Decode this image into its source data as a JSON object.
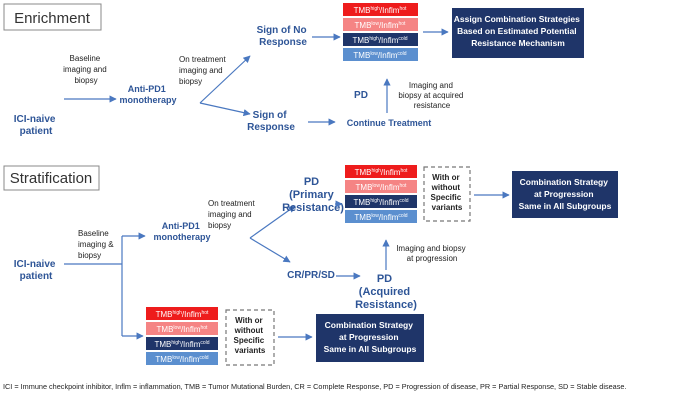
{
  "colors": {
    "flow_blue": "#2e5597",
    "arrow_blue": "#4a78c0",
    "hot_high": "#ee1c1c",
    "hot_low": "#f58484",
    "cold_high": "#1f3569",
    "cold_low": "#5b8fcf",
    "result_box": "#1f3569",
    "dashed_border": "#777777"
  },
  "tmb_labels": {
    "high_hot": {
      "base": "TMB",
      "sup1": "high",
      "mid": "/Inflm",
      "sup2": "hot"
    },
    "low_hot": {
      "base": "TMB",
      "sup1": "low",
      "mid": "/Inflm",
      "sup2": "hot"
    },
    "high_cold": {
      "base": "TMB",
      "sup1": "high",
      "mid": "/Inflm",
      "sup2": "cold"
    },
    "low_cold": {
      "base": "TMB",
      "sup1": "low",
      "mid": "/Inflm",
      "sup2": "cold"
    }
  },
  "enrichment": {
    "title": "Enrichment",
    "start": [
      "ICI-naive",
      "patient"
    ],
    "baseline": [
      "Baseline",
      "imaging and",
      "biopsy"
    ],
    "therapy": [
      "Anti-PD1",
      "monotherapy"
    ],
    "on_treatment": [
      "On treatment",
      "imaging and",
      "biopsy"
    ],
    "no_response": [
      "Sign of No",
      "Response"
    ],
    "response": [
      "Sign of",
      "Response"
    ],
    "continue": "Continue Treatment",
    "pd": "PD",
    "acquired": [
      "Imaging and",
      "biopsy at acquired",
      "resistance"
    ],
    "strategy": [
      "Assign Combination Strategies",
      "Based on Estimated Potential",
      "Resistance Mechanism"
    ]
  },
  "stratification": {
    "title": "Stratification",
    "start": [
      "ICI-naive",
      "patient"
    ],
    "baseline": [
      "Baseline",
      "imaging &",
      "biopsy"
    ],
    "therapy": [
      "Anti-PD1",
      "monotherapy"
    ],
    "on_treatment": [
      "On treatment",
      "imaging and",
      "biopsy"
    ],
    "pd_primary": [
      "PD",
      "(Primary",
      "Resistance)"
    ],
    "crprsd": "CR/PR/SD",
    "pd_acquired": [
      "PD",
      "(Acquired",
      "Resistance)"
    ],
    "progression": [
      "Imaging and biopsy",
      "at progression"
    ],
    "variants": [
      "With or",
      "without",
      "Specific",
      "variants"
    ],
    "strategy": [
      "Combination Strategy",
      "at Progression",
      "Same in All Subgroups"
    ]
  },
  "footnote": "ICI = Immune checkpoint inhibitor, Inflm = inflammation, TMB = Tumor Mutational Burden, CR = Complete Response, PD = Progression of disease, PR = Partial Response, SD = Stable disease."
}
